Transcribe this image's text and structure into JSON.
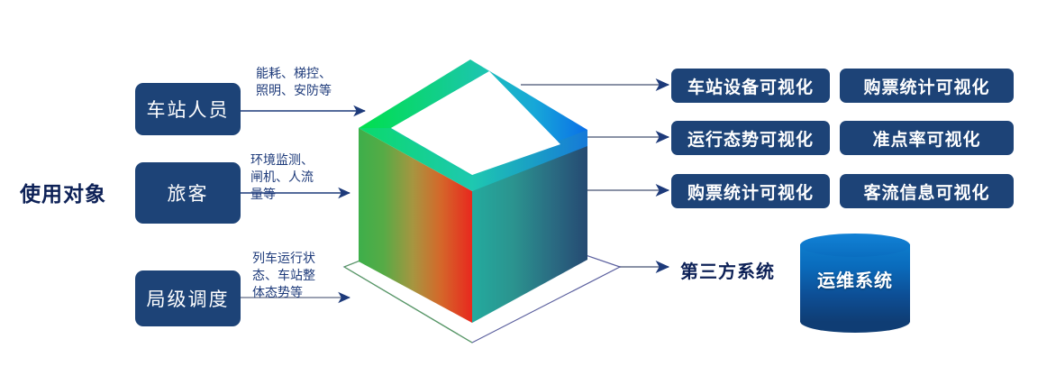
{
  "left": {
    "title": "使用对象",
    "actors": [
      {
        "label": "车站人员"
      },
      {
        "label": "旅客"
      },
      {
        "label": "局级调度"
      }
    ],
    "annotations": [
      {
        "text": "能耗、梯控、\n照明、安防等"
      },
      {
        "text": "环境监测、\n闸机、人流\n量等"
      },
      {
        "text": "列车运行状\n态、车站整\n体态势等"
      }
    ]
  },
  "center": {
    "shape_name": "isometric-open-cube",
    "faces": {
      "left_face_from": "#3daf4a",
      "left_face_to": "#e8281e",
      "right_face_from": "#23aa9e",
      "right_face_to": "#254a72",
      "rim_left": "#00e04c",
      "rim_mid": "#1ec4b4",
      "rim_right": "#0a6fe8"
    },
    "base_edge_left_color": "#5a9e63",
    "base_edge_right_color": "#5a5f9e"
  },
  "right": {
    "boxes_col1": [
      {
        "label": "车站设备可视化"
      },
      {
        "label": "运行态势可视化"
      },
      {
        "label": "购票统计可视化"
      }
    ],
    "boxes_col2": [
      {
        "label": "购票统计可视化"
      },
      {
        "label": "准点率可视化"
      },
      {
        "label": "客流信息可视化"
      }
    ],
    "third_party_label": "第三方系统",
    "cylinder_label": "运维系统"
  },
  "colors": {
    "box_fill": "#1d4377",
    "title_text": "#0d2157",
    "annotation_text": "#1d3a7a",
    "arrow_line": "#7a8299",
    "arrow_head": "#1d3a7a",
    "cylinder_top": "#1282d6",
    "cylinder_bottom": "#0f3d74"
  }
}
